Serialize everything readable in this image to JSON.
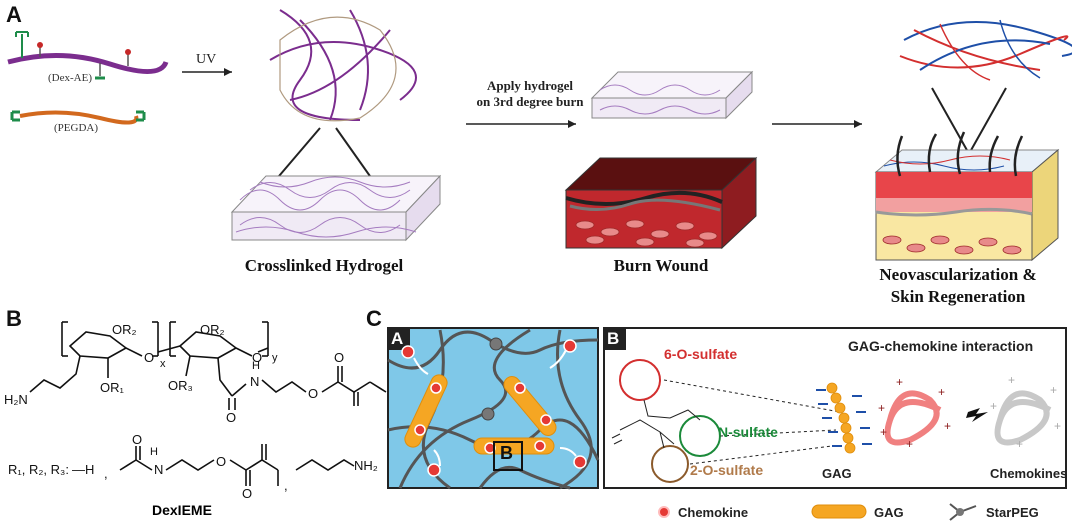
{
  "panelA": {
    "letter": "A",
    "dex_label": "(Dex-AE)",
    "pegda_label": "(PEGDA)",
    "uv_label": "UV",
    "apply_line1": "Apply hydrogel",
    "apply_line2": "on 3rd degree burn",
    "caption_hydrogel": "Crosslinked Hydrogel",
    "caption_burn": "Burn Wound",
    "caption_neo_line1": "Neovascularization &",
    "caption_neo_line2": "Skin Regeneration"
  },
  "panelB": {
    "letter": "B",
    "subscript_x": "x",
    "subscript_y": "y",
    "h2n": "H₂N",
    "or1": "OR₁",
    "or2a": "OR₂",
    "or2b": "OR₂",
    "or3": "OR₃",
    "o_bridge1": "O",
    "o_bridge2": "O",
    "o_carbonyl": "O",
    "o_ester": "O",
    "nh": "H",
    "n": "N",
    "r_groups": "R₁, R₂, R₃:",
    "h_option": "—H",
    "comma1": ",",
    "comma2": ",",
    "nh2": "NH₂",
    "name": "DexIEME",
    "sub_o1": "O",
    "sub_n": "N",
    "sub_h": "H",
    "sub_o2": "O"
  },
  "panelC": {
    "letter": "C",
    "inset_a": "A",
    "inset_b": "B",
    "inset_b_box": "B",
    "six_o_sulfate": "6-O-sulfate",
    "n_sulfate": "N-sulfate",
    "two_o_sulfate": "2-O-sulfate",
    "title": "GAG-chemokine interaction",
    "gag_label": "GAG",
    "chemokines_label": "Chemokines",
    "legend": [
      {
        "label": "Chemokine"
      },
      {
        "label": "GAG"
      },
      {
        "label": "StarPEG"
      }
    ]
  },
  "colors": {
    "purple": "#7b2d8e",
    "orange_strand": "#d2691e",
    "green_cap": "#1e8c4a",
    "hydrogel_blue": "#7fc8e8",
    "gag_orange": "#f5a623",
    "chemokine_red": "#e53935",
    "sulfate_red": "#d32f2f",
    "sulfate_green": "#1b8a3a",
    "sulfate_brown": "#8b5a2b"
  }
}
